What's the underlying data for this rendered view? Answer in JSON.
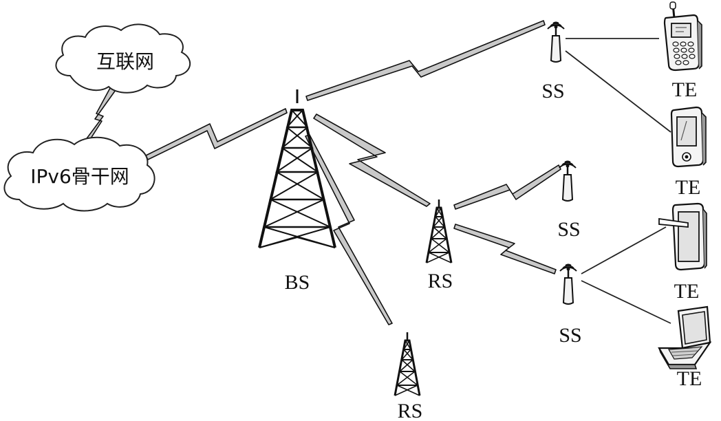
{
  "clouds": {
    "internet": "互联网",
    "backbone": "IPv6骨干网"
  },
  "nodes": {
    "bs": "BS",
    "rs_mid": "RS",
    "rs_bottom": "RS",
    "ss_top": "SS",
    "ss_mid": "SS",
    "ss_low": "SS",
    "te_phone": "TE",
    "te_pda": "TE",
    "te_tablet": "TE",
    "te_laptop": "TE"
  },
  "icons": [
    "cloud",
    "tower",
    "antenna",
    "mobile-phone",
    "pda",
    "tablet",
    "laptop"
  ],
  "colors": {
    "bolt_fill": "#c9c9c9",
    "stroke": "#111111"
  }
}
